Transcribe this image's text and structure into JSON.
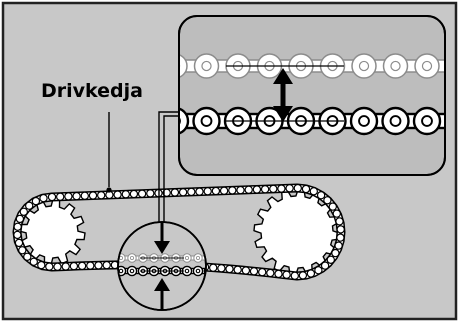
{
  "diagram": {
    "callout_label": "Drivkedja"
  },
  "colors": {
    "panel_background": "#c8c8c8",
    "frame_border": "#222222",
    "inset_background": "#bdbdbd",
    "chain_link_fill": "#ffffff",
    "slack_chain_gray": "#8c8c8c",
    "ink": "#000000"
  },
  "icons": {
    "arrow_in_inset": "double-headed-vertical-arrow",
    "arrows_in_magnifier": "opposing-pointing-arrows"
  }
}
